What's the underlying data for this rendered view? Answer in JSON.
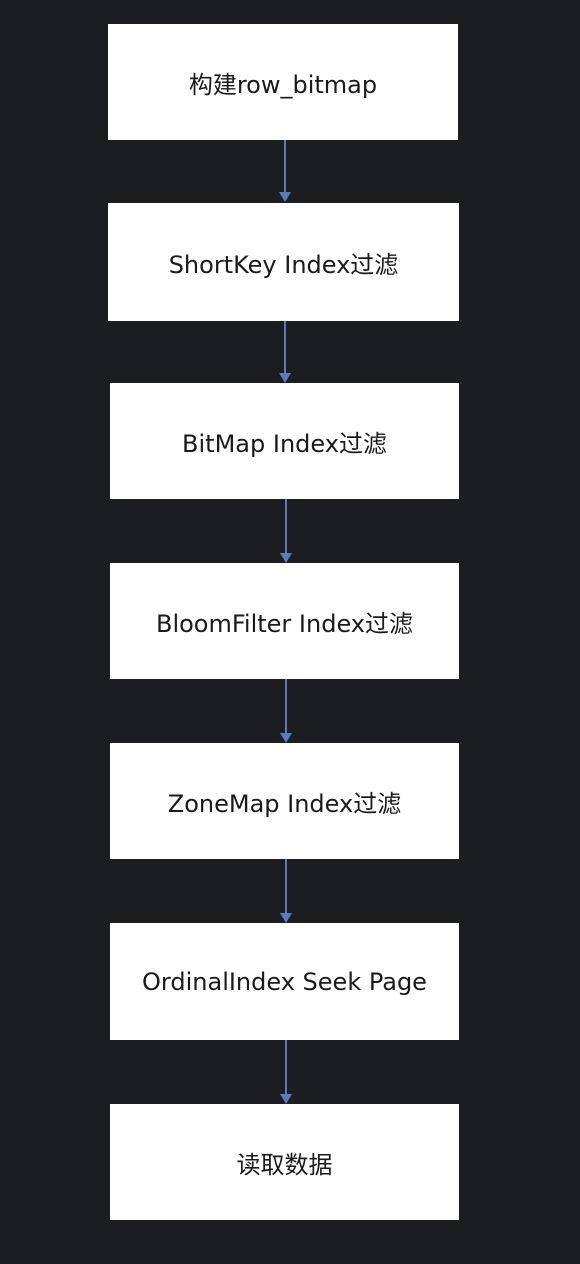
{
  "colors": {
    "background": "#1c1d20",
    "box": "#ffffff",
    "arrow": "#5b7bbd",
    "text": "#1a1a1a"
  },
  "steps": [
    "构建row_bitmap",
    "ShortKey Index过滤",
    "BitMap Index过滤",
    "BloomFilter Index过滤",
    "ZoneMap Index过滤",
    "OrdinalIndex Seek Page",
    "读取数据"
  ]
}
